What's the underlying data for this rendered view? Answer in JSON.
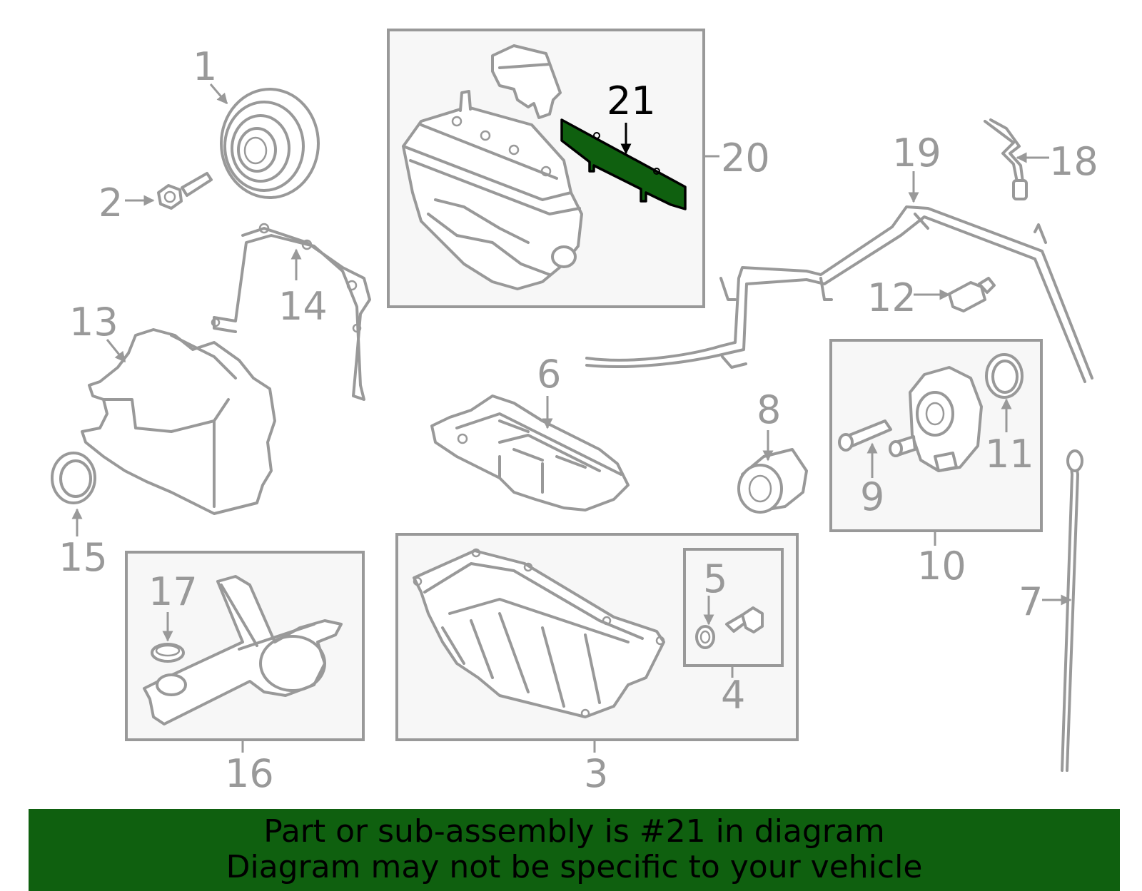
{
  "callouts": {
    "c1": "1",
    "c2": "2",
    "c3": "3",
    "c4": "4",
    "c5": "5",
    "c6": "6",
    "c7": "7",
    "c8": "8",
    "c9": "9",
    "c10": "10",
    "c11": "11",
    "c12": "12",
    "c13": "13",
    "c14": "14",
    "c15": "15",
    "c16": "16",
    "c17": "17",
    "c18": "18",
    "c19": "19",
    "c20": "20",
    "c21": "21"
  },
  "highlight_color": "#0f600f",
  "banner": {
    "line1": "Part or sub-assembly is #21 in diagram",
    "line2": "Diagram may not be specific to your vehicle"
  }
}
